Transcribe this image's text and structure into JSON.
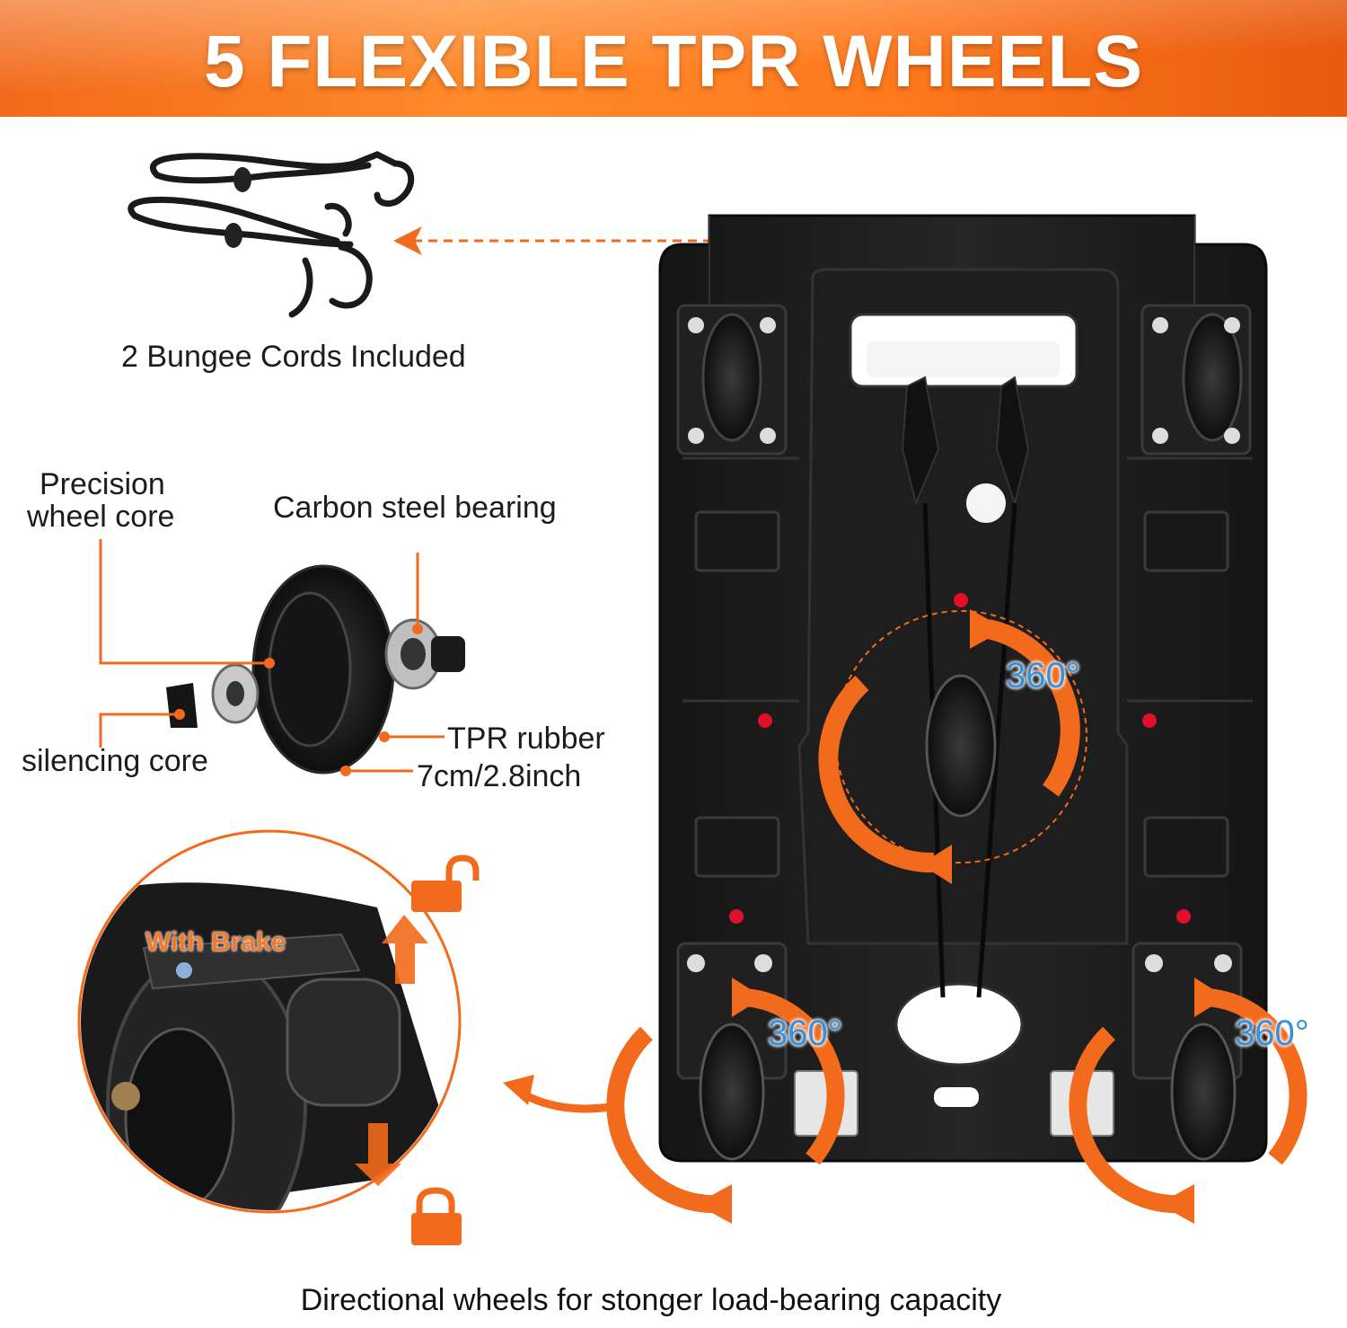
{
  "banner": {
    "title": "5 FLEXIBLE TPR WHEELS"
  },
  "callouts": {
    "bungee": "2 Bungee Cords Included",
    "precision_line1": "Precision",
    "precision_line2": "wheel core",
    "bearing": "Carbon steel bearing",
    "tpr": "TPR rubber",
    "size": "7cm/2.8inch",
    "silencing": "silencing core",
    "brake": "With Brake"
  },
  "rotation": {
    "center": "360°",
    "left": "360°",
    "right": "360°"
  },
  "footer": {
    "caption": "Directional wheels for stonger load-bearing capacity"
  },
  "colors": {
    "accent": "#f26a1b",
    "degree": "#3b8fd9",
    "cart": "#1b1b1b"
  },
  "icons": [
    "unlock-icon",
    "lock-icon",
    "arrow-up-icon",
    "arrow-down-icon",
    "rotate-arrow-icon"
  ]
}
